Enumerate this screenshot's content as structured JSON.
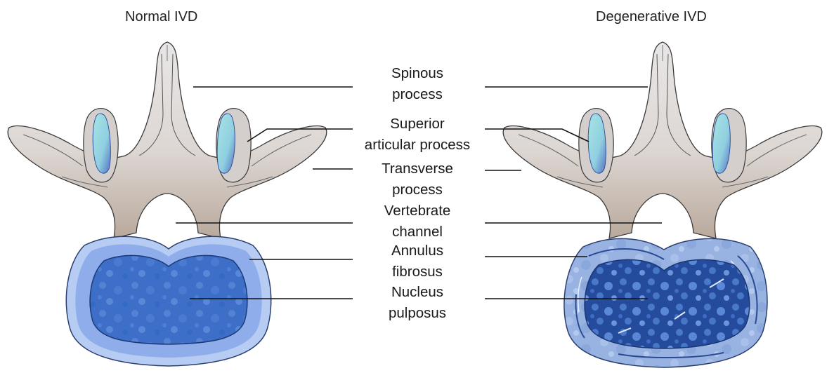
{
  "titles": {
    "normal": "Normal IVD",
    "degenerative": "Degenerative IVD"
  },
  "labels": [
    {
      "id": "spinous",
      "lines": [
        "Spinous",
        "process"
      ]
    },
    {
      "id": "superior",
      "lines": [
        "Superior",
        "articular process"
      ]
    },
    {
      "id": "transverse",
      "lines": [
        "Transverse",
        "process"
      ]
    },
    {
      "id": "vertebrate",
      "lines": [
        "Vertebrate",
        "channel"
      ]
    },
    {
      "id": "annulus",
      "lines": [
        "Annulus",
        "fibrosus"
      ]
    },
    {
      "id": "nucleus",
      "lines": [
        "Nucleus",
        "pulposus"
      ]
    }
  ],
  "colors": {
    "bone": "#e6e3e1",
    "bone_shadow": "#b7a79b",
    "facet": "#9fdee0",
    "facet_shadow": "#5a74c2",
    "annulus_normal": "#8fb0e8",
    "annulus_normal_outer": "#b8cdf3",
    "nucleus_normal": "#3f70c9",
    "annulus_degenerative": "#9bb4e0",
    "nucleus_degenerative": "#284f9e",
    "outline": "#333333",
    "leader": "#111111"
  }
}
